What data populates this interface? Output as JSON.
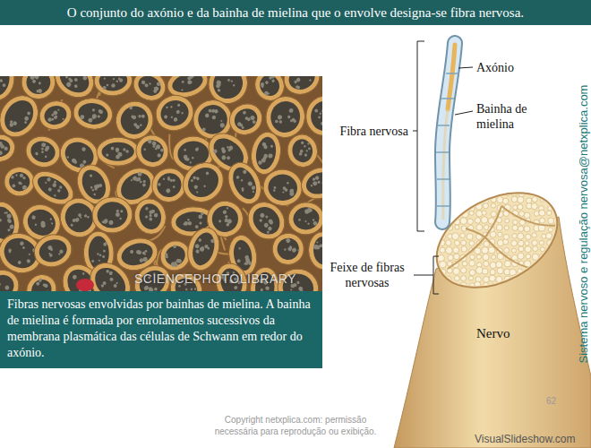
{
  "diagram": {
    "title": "O conjunto do axónio e da bainha de mielina que o envolve designa-se fibra nervosa.",
    "caption": "Fibras nervosas envolvidas por bainhas de mielina. A bainha de mielina é formada por enrolamentos sucessivos da membrana plasmática das células de Schwann em redor do axónio.",
    "labels": [
      "Axónio",
      "Bainha de mielina",
      "Fibra nervosa",
      "Feixe de fibras nervosas",
      "Nervo",
      "SCIENCEPHOTOLIBRARY",
      "Sistema nervoso e regulação nervosa@netxplica.com",
      "Copyright netxplica.com: permissão necessária para reprodução ou exibição.",
      "62",
      "VisualSlideshow.com"
    ]
  }
}
